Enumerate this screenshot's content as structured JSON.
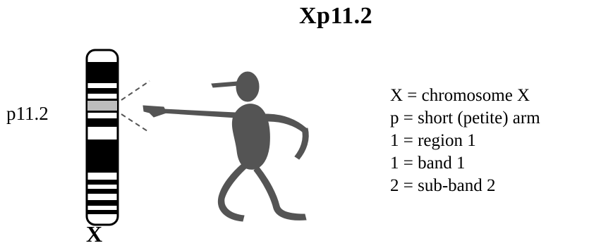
{
  "title": "Xp11.2",
  "band_label": "p11.2",
  "chromosome_label": "X",
  "legend": [
    "X = chromosome X",
    "p = short (petite) arm",
    "1 = region 1",
    "1 = band 1",
    "2 = sub-band 2"
  ],
  "colors": {
    "highlight_band": "#bdbdbd",
    "figure": "#545454",
    "dark_band": "#000000"
  }
}
